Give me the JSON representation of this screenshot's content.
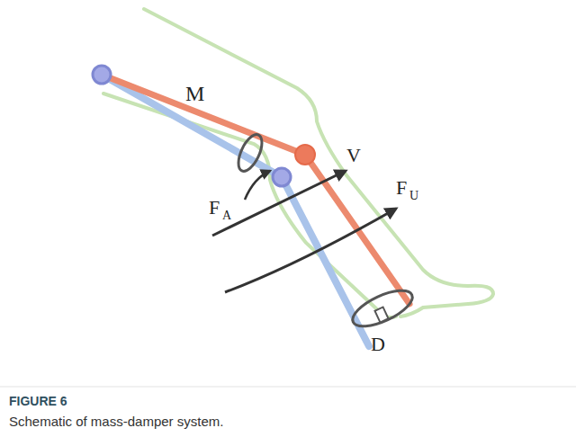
{
  "diagram": {
    "title": "FIGURE 6",
    "caption": "Schematic of mass-damper system.",
    "labels": [
      "M",
      "F",
      "A",
      "V",
      "F",
      "U",
      "D"
    ]
  }
}
